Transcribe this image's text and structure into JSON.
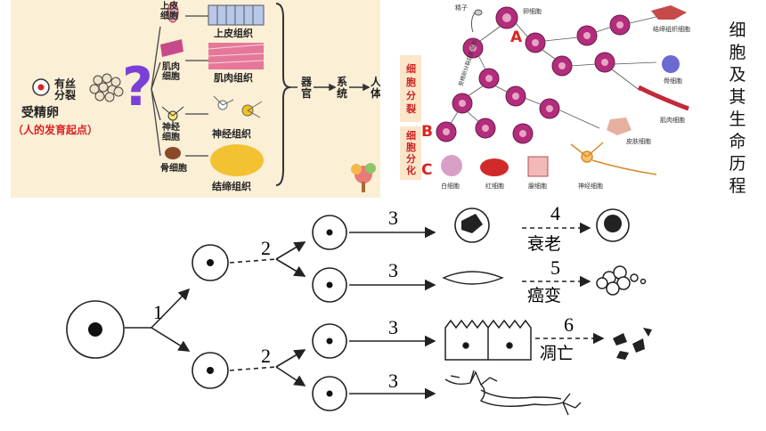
{
  "left_panel": {
    "zygote": "受精卵",
    "origin": "（人的发育起点）",
    "mitosis": [
      "有丝",
      "分裂"
    ],
    "question_mark": "?",
    "cells": [
      {
        "cell": "上皮\n细胞",
        "tissue": "上皮组织"
      },
      {
        "cell": "肌肉\n细胞",
        "tissue": "肌肉组织"
      },
      {
        "cell": "神经\n细胞",
        "tissue": "神经组织"
      },
      {
        "cell": "骨细胞",
        "tissue": "结缔组织"
      }
    ],
    "chain": [
      "器\n官",
      "系\n统",
      "人\n体"
    ]
  },
  "right_panel": {
    "sperm": "精子",
    "egg": "卵细胞",
    "fertilization": "受精卵分裂后形成的",
    "division_label": "细\n胞\n分\n裂",
    "differentiation_label": "细\n胞\n分\n化",
    "markers": [
      "A",
      "B",
      "C"
    ],
    "cell_types": [
      "结缔组织细胞",
      "骨细胞",
      "肌肉细胞",
      "皮肤细胞",
      "白细胞",
      "红细胞",
      "腺细胞",
      "神经细胞"
    ]
  },
  "title": "细\n胞\n及\n其\n生\n命\n历\n程",
  "bottom_diagram": {
    "steps": [
      "1",
      "2",
      "2",
      "3",
      "3",
      "3",
      "3",
      "4",
      "5",
      "6"
    ],
    "labels": [
      "衰老",
      "癌变",
      "凋亡"
    ]
  }
}
